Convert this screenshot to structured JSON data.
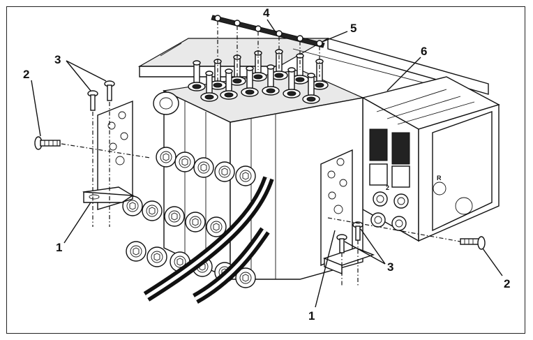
{
  "diagram": {
    "callouts": [
      {
        "id": "1-left",
        "label": "1"
      },
      {
        "id": "1-right",
        "label": "1"
      },
      {
        "id": "2-left",
        "label": "2"
      },
      {
        "id": "2-right",
        "label": "2"
      },
      {
        "id": "3-left",
        "label": "3"
      },
      {
        "id": "3-right",
        "label": "3"
      },
      {
        "id": "4",
        "label": "4"
      },
      {
        "id": "5",
        "label": "5"
      },
      {
        "id": "6",
        "label": "6"
      }
    ],
    "port_markings": {
      "port_2": "2",
      "port_r": "R"
    }
  }
}
